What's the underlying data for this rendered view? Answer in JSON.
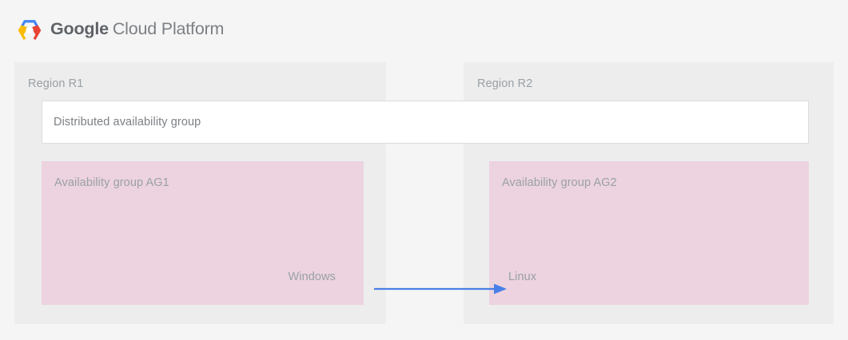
{
  "brand": {
    "logo_icon": "google-cloud-hexagon-logo",
    "word_bold": "Google",
    "word_light": "Cloud Platform"
  },
  "colors": {
    "page_background": "#f5f5f5",
    "region_panel": "#ededed",
    "availability_group": "#ecd3df",
    "dag_box": "#ffffff",
    "dag_border": "#dcdcdc",
    "muted_text": "#9aa0a6",
    "dag_text": "#7b7f84",
    "brand_text": "#5f6368",
    "arrow": "#4a7fe8",
    "logo_blue": "#4285f4",
    "logo_red": "#ea4335",
    "logo_yellow": "#fbbc05",
    "logo_center": "#ffffff"
  },
  "diagram": {
    "distributed_group": {
      "label": "Distributed availability group"
    },
    "regions": [
      {
        "id": "r1",
        "title": "Region R1",
        "availability_group": {
          "title": "Availability group AG1",
          "os": "Windows"
        }
      },
      {
        "id": "r2",
        "title": "Region R2",
        "availability_group": {
          "title": "Availability group AG2",
          "os": "Linux"
        }
      }
    ],
    "connector": {
      "name": "replication-arrow",
      "direction": "r1-to-r2",
      "color": "#4a7fe8"
    }
  }
}
